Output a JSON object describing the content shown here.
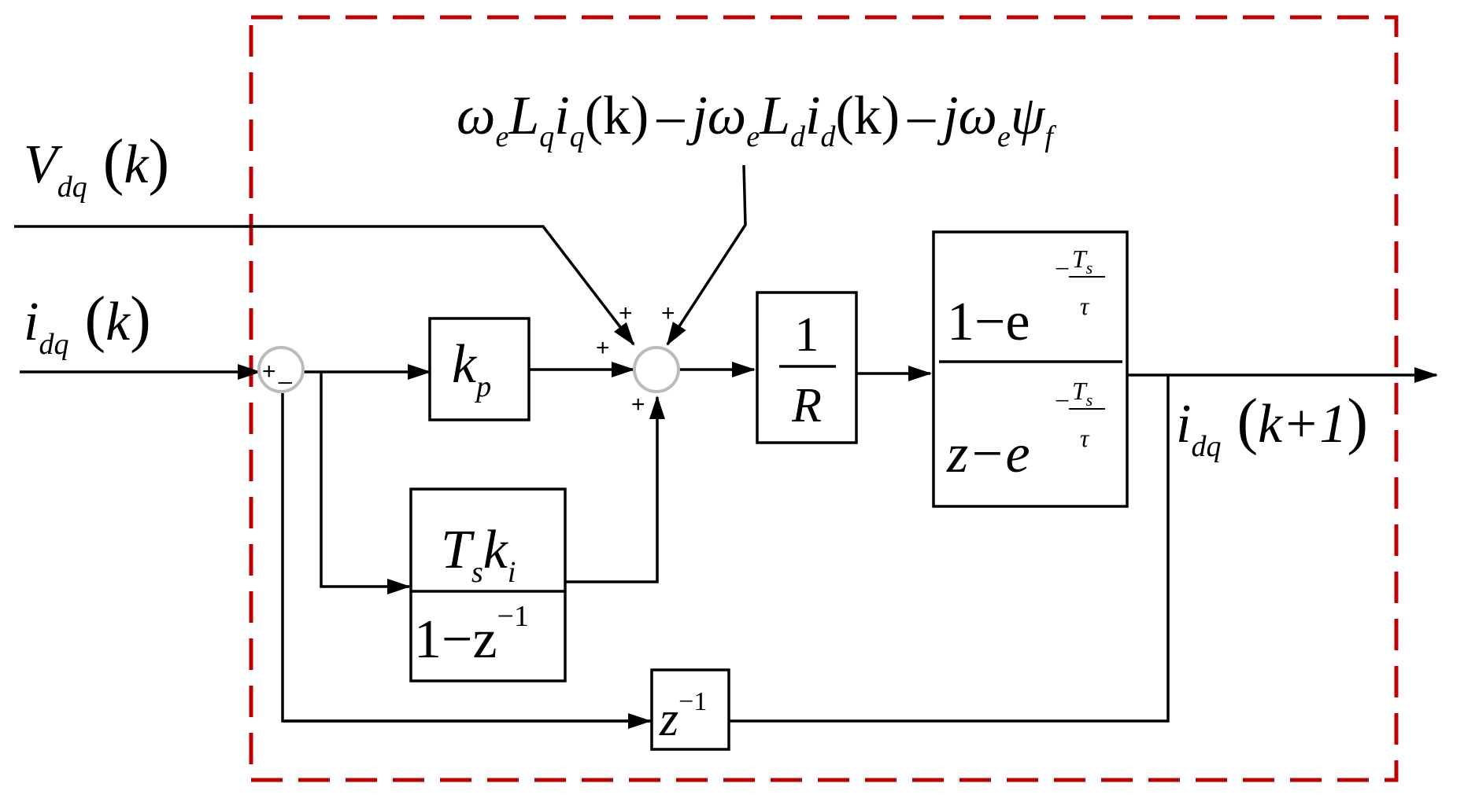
{
  "colors": {
    "boundary": "#c00000",
    "junction_stroke": "#bbbbbb",
    "line": "#000000"
  },
  "inputs": {
    "voltage": {
      "main": "V",
      "sub": "dq",
      "arg": "k"
    },
    "current": {
      "main": "i",
      "sub": "dq",
      "arg": "k"
    }
  },
  "output": {
    "main": "i",
    "sub": "dq",
    "arg": "k+1"
  },
  "decoupling_term": {
    "parts": [
      "ω",
      "e",
      "L",
      "q",
      "i",
      "q",
      "(k)",
      "–",
      "jω",
      "e",
      "L",
      "d",
      "i",
      "d",
      "(k)",
      "–",
      "jω",
      "e",
      "ψ",
      "f"
    ]
  },
  "blocks": {
    "proportional": {
      "main": "k",
      "sub": "p"
    },
    "integral": {
      "num_main": "T",
      "num_sub": "s",
      "num_main2": "k",
      "num_sub2": "i",
      "den_main": "1−z",
      "den_exp": "−1"
    },
    "inverse_resistance": {
      "numerator": "1",
      "denominator": "R"
    },
    "plant": {
      "num": "1−e",
      "den": "z−e",
      "exp_sign": "−",
      "exp_num_main": "T",
      "exp_num_sub": "s",
      "exp_den": "τ"
    },
    "delay": {
      "main": "z",
      "exp": "−1"
    }
  },
  "signs": {
    "error_plus": "+",
    "error_minus": "_",
    "sum_left": "+",
    "sum_top_left": "+",
    "sum_top_right": "+",
    "sum_bottom": "+"
  }
}
